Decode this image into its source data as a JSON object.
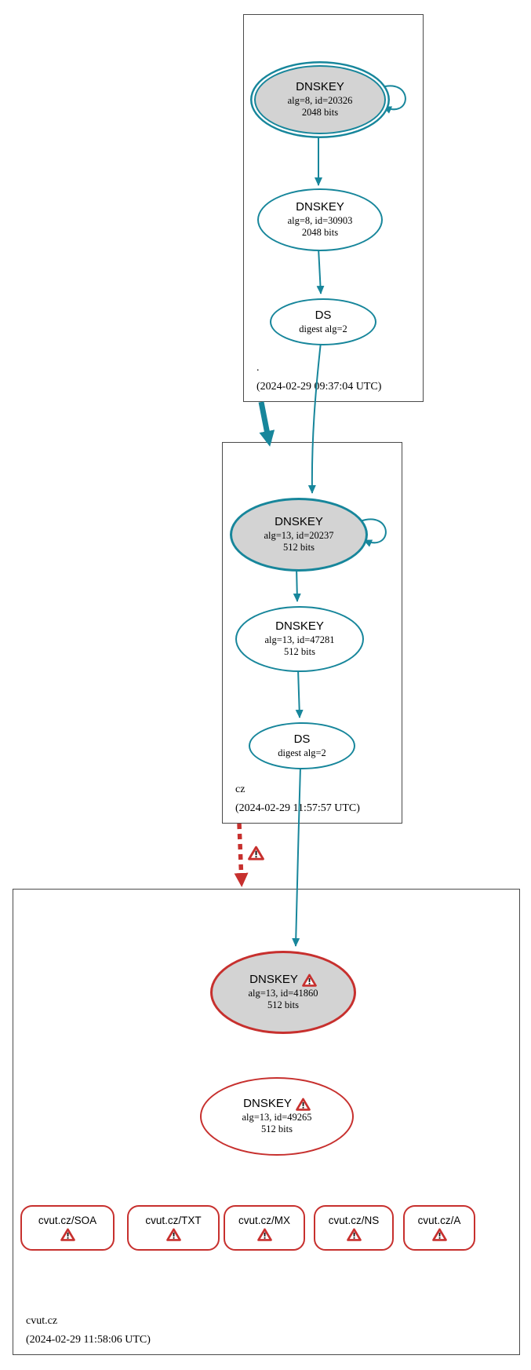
{
  "colors": {
    "secure_teal": "#17869b",
    "bogus_red": "#c7302e",
    "ksk_fill": "#d3d3d3",
    "zone_border": "#4a4a4a"
  },
  "icons": {
    "warning": "warning-icon"
  },
  "zones": {
    "root": {
      "name": ".",
      "timestamp": "(2024-02-29 09:37:04 UTC)",
      "ksk": {
        "title": "DNSKEY",
        "detail": "alg=8, id=20326",
        "size": "2048 bits"
      },
      "zsk": {
        "title": "DNSKEY",
        "detail": "alg=8, id=30903",
        "size": "2048 bits"
      },
      "ds": {
        "title": "DS",
        "detail": "digest alg=2"
      }
    },
    "cz": {
      "name": "cz",
      "timestamp": "(2024-02-29 11:57:57 UTC)",
      "ksk": {
        "title": "DNSKEY",
        "detail": "alg=13, id=20237",
        "size": "512 bits"
      },
      "zsk": {
        "title": "DNSKEY",
        "detail": "alg=13, id=47281",
        "size": "512 bits"
      },
      "ds": {
        "title": "DS",
        "detail": "digest alg=2"
      }
    },
    "cvut": {
      "name": "cvut.cz",
      "timestamp": "(2024-02-29 11:58:06 UTC)",
      "ksk": {
        "title": "DNSKEY",
        "detail": "alg=13, id=41860",
        "size": "512 bits"
      },
      "zsk": {
        "title": "DNSKEY",
        "detail": "alg=13, id=49265",
        "size": "512 bits"
      },
      "rrsets": [
        {
          "label": "cvut.cz/SOA"
        },
        {
          "label": "cvut.cz/TXT"
        },
        {
          "label": "cvut.cz/MX"
        },
        {
          "label": "cvut.cz/NS"
        },
        {
          "label": "cvut.cz/A"
        }
      ]
    }
  }
}
